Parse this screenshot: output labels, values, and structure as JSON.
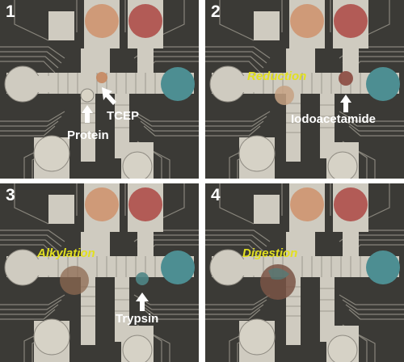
{
  "panels": [
    {
      "number": "1",
      "labels": [
        "TCEP",
        "Protein"
      ],
      "step": ""
    },
    {
      "number": "2",
      "labels": [
        "Iodoacetamide"
      ],
      "step": "Reduction"
    },
    {
      "number": "3",
      "labels": [
        "Trypsin"
      ],
      "step": "Alkylation"
    },
    {
      "number": "4",
      "labels": [],
      "step": "Digestion"
    }
  ],
  "colors": {
    "background": "#3b3a36",
    "electrode": "#cfcbc0",
    "wire": "#a9a59b",
    "reservoir_orange": "#cf9a78",
    "reservoir_red": "#b25b56",
    "reservoir_teal": "#4d8e92",
    "step_label": "#e2e020",
    "label": "#ffffff"
  }
}
